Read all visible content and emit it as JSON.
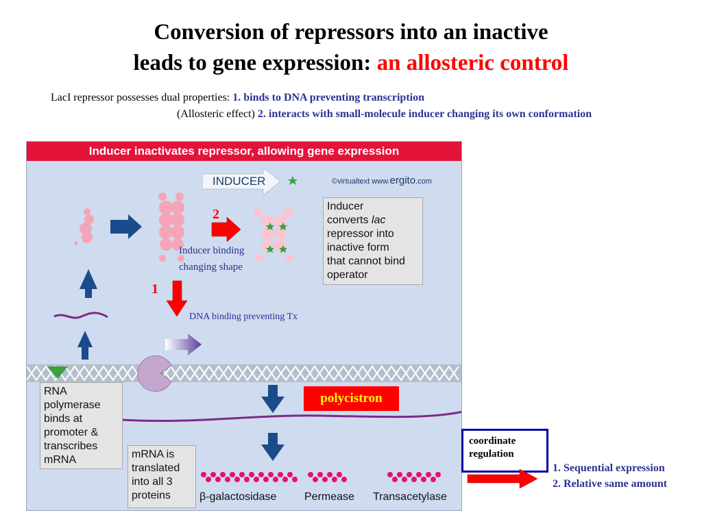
{
  "title": {
    "line1": "Conversion of repressors into an inactive",
    "line2_black": "leads to gene expression: ",
    "line2_red": "an allosteric control"
  },
  "properties": {
    "intro": "LacI repressor possesses dual properties: ",
    "item1": "1. binds to DNA preventing transcription",
    "allosteric_label": "(Allosteric effect) ",
    "item2": "2. interacts with small-molecule inducer changing its own conformation"
  },
  "figure": {
    "banner": "Inducer inactivates repressor, allowing gene expression",
    "inducer_label": "INDUCER",
    "copyright_prefix": "©virtualtext  www.",
    "copyright_brand": "ergito",
    "copyright_suffix": ".com",
    "inducer_box": [
      "Inducer",
      "converts lac",
      "repressor into",
      "inactive form",
      "that cannot bind",
      "operator"
    ],
    "rna_pol_box": [
      "RNA",
      "polymerase",
      "binds at",
      "promoter &",
      "transcribes",
      "mRNA"
    ],
    "mrna_box": [
      "mRNA is",
      "translated",
      "into all 3",
      "proteins"
    ],
    "proteins": [
      "β-galactosidase",
      "Permease",
      "Transacetylase"
    ]
  },
  "annotations": {
    "step2_number": "2",
    "step2_text_line1": "Inducer binding",
    "step2_text_line2": "changing shape",
    "step1_number": "1",
    "step1_text": "DNA binding preventing Tx",
    "polycistron": "polycistron",
    "coordinate_line1": "coordinate",
    "coordinate_line2": "regulation",
    "result1": "1. Sequential expression",
    "result2": "2. Relative same amount"
  },
  "colors": {
    "banner": "#e3133a",
    "panel": "#cfdbee",
    "repressor": "#f4a6b8",
    "inducer_star": "#3aa041",
    "arrow_blue": "#1a4b8c",
    "mrna": "#7a2a8a",
    "red": "#ff0000",
    "annotation_blue": "#2e3192"
  }
}
